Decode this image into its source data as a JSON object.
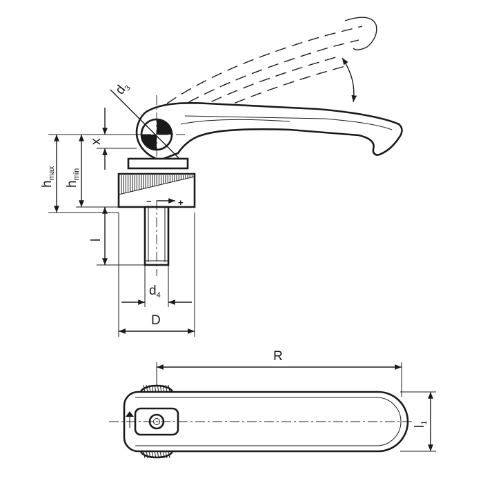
{
  "dimensions": {
    "d3": {
      "main": "d",
      "sub": "3"
    },
    "x": {
      "main": "x",
      "sub": ""
    },
    "hmax": {
      "main": "h",
      "sub": "max"
    },
    "hmin": {
      "main": "h",
      "sub": "min"
    },
    "l": {
      "main": "l",
      "sub": ""
    },
    "d4": {
      "main": "d",
      "sub": "4"
    },
    "D": {
      "main": "D",
      "sub": ""
    },
    "R": {
      "main": "R",
      "sub": ""
    },
    "l1": {
      "main": "l",
      "sub": "1"
    }
  },
  "symbols": {
    "minus": "−",
    "plus": "+"
  },
  "colors": {
    "line": "#1a1a1a",
    "background": "#ffffff"
  }
}
